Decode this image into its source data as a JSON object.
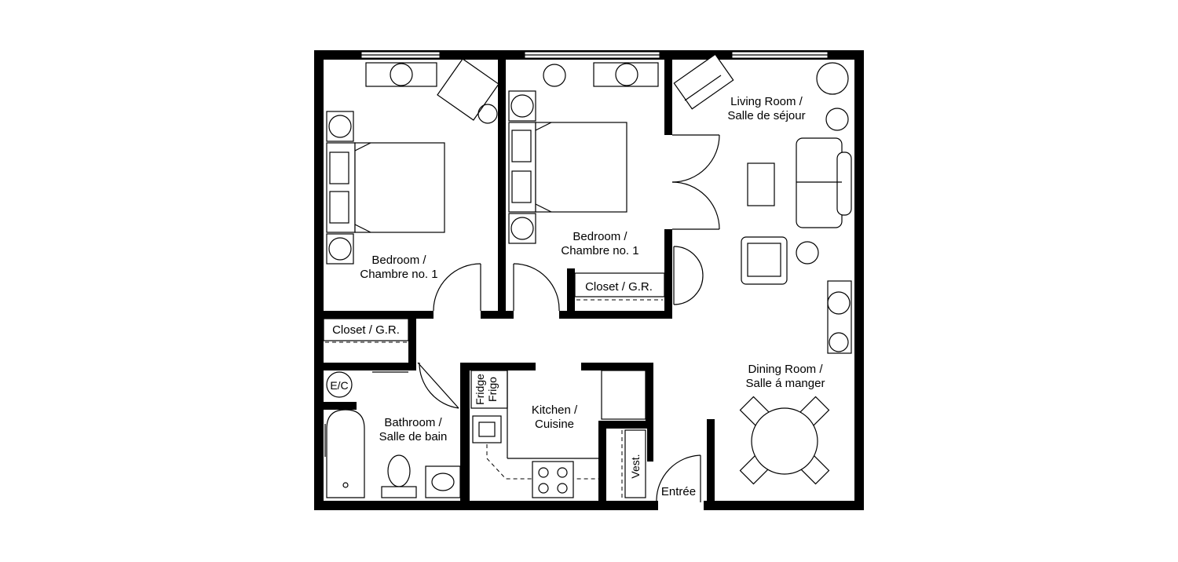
{
  "rooms": {
    "bedroom_left": [
      "Bedroom /",
      "Chambre no. 1"
    ],
    "bedroom_center": [
      "Bedroom /",
      "Chambre no. 1"
    ],
    "living": [
      "Living Room /",
      "Salle de séjour"
    ],
    "dining": [
      "Dining Room /",
      "Salle á manger"
    ],
    "kitchen": [
      "Kitchen /",
      "Cuisine"
    ],
    "bathroom": [
      "Bathroom /",
      "Salle de bain"
    ]
  },
  "labels": {
    "closet_left": "Closet / G.R.",
    "closet_center": "Closet / G.R.",
    "ec": "E/C",
    "fridge": [
      "Fridge",
      "Frigo"
    ],
    "vest": "Vest.",
    "entree": "Entrée"
  }
}
